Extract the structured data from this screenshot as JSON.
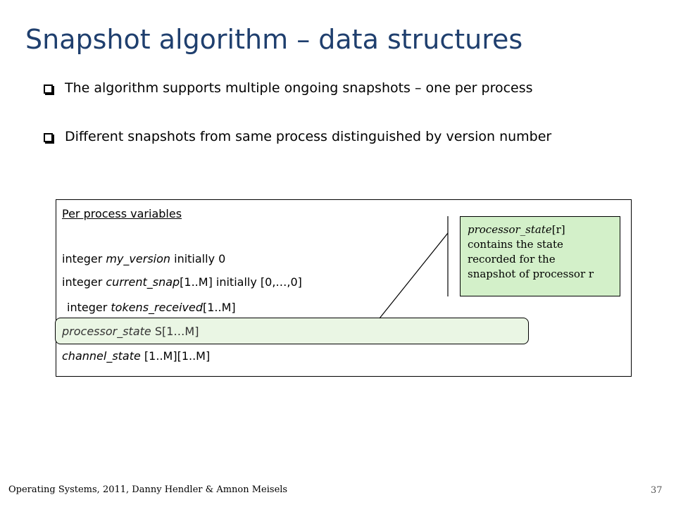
{
  "title": "Snapshot algorithm – data structures",
  "bullets": [
    "The algorithm supports multiple ongoing snapshots – one per process",
    "Different snapshots from same process distinguished by version number"
  ],
  "panel": {
    "heading": "Per process variables",
    "vars": {
      "my_version": {
        "pre": "integer ",
        "name": "my_version",
        "post": " initially 0"
      },
      "current_snap": {
        "pre": "integer ",
        "name": "current_snap",
        "post": "[1..M]  initially [0,…,0]"
      },
      "tokens_received": {
        "pre": "integer ",
        "name": "tokens_received",
        "post": "[1..M]"
      },
      "processor_state": {
        "name": "processor_state",
        "post": " S[1…M]"
      },
      "channel_state": {
        "name": "channel_state",
        "post": " [1..M][1..M]"
      }
    }
  },
  "callout": {
    "term": "processor_state",
    "line1_rest": "[r]",
    "line2": "contains the state",
    "line3": "recorded for the",
    "line4": "snapshot of processor r"
  },
  "footer": "Operating Systems, 2011, Danny Hendler & Amnon Meisels",
  "page_number": "37"
}
